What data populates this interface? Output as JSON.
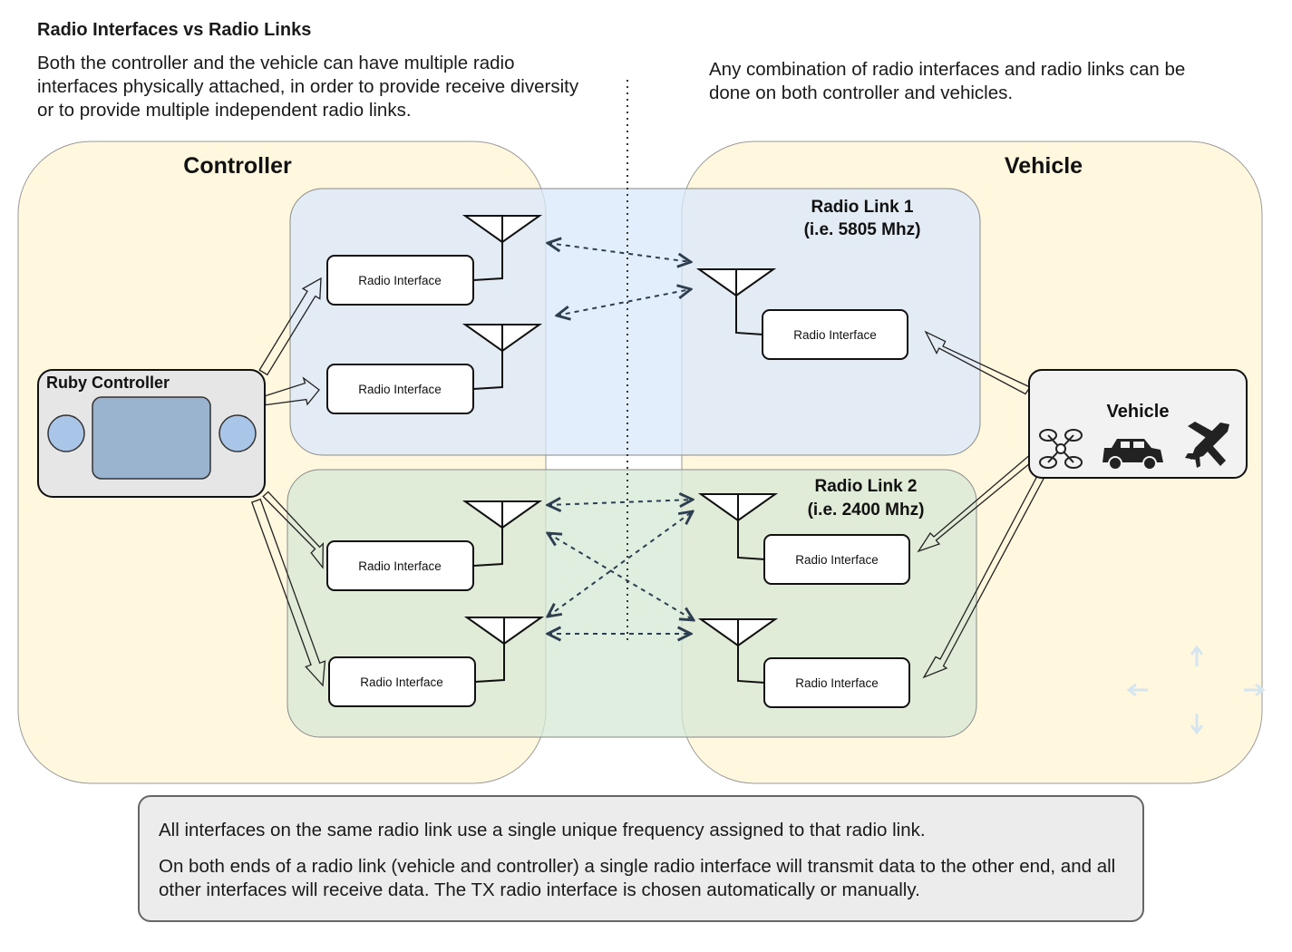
{
  "title": "Radio Interfaces vs Radio Links",
  "intro_left": "Both the controller and the vehicle can have multiple radio interfaces physically attached, in order to provide receive diversity or to provide multiple independent radio links.",
  "intro_right": "Any combination of radio interfaces and radio links can be done on both controller and vehicles.",
  "controller_label": "Controller",
  "vehicle_label": "Vehicle",
  "radio_link_1": {
    "line1": "Radio Link 1",
    "line2": "(i.e. 5805 Mhz)"
  },
  "radio_link_2": {
    "line1": "Radio Link 2",
    "line2": "(i.e. 2400 Mhz)"
  },
  "ruby_controller_label": "Ruby Controller",
  "vehicle_box_label": "Vehicle",
  "interface_label": "Radio Interface",
  "note": {
    "line1": "All interfaces on the same radio link use a single unique frequency assigned to that radio link.",
    "line2": "On both ends of a radio link (vehicle and controller) a single radio interface will transmit data to the other end, and all other interfaces will receive data. The TX radio interface is chosen automatically or manually."
  },
  "icons": [
    "drone-icon",
    "car-icon",
    "airplane-icon"
  ],
  "colors": {
    "zone_fill": "#fff2cc",
    "link1_fill": "#dae8fc",
    "link2_fill": "#d5e8d4",
    "device_fill": "#e6e6e6",
    "screen_fill": "#9ab4d0",
    "knob_fill": "#a9c6e8",
    "link_arrow": "#2c3e50"
  }
}
